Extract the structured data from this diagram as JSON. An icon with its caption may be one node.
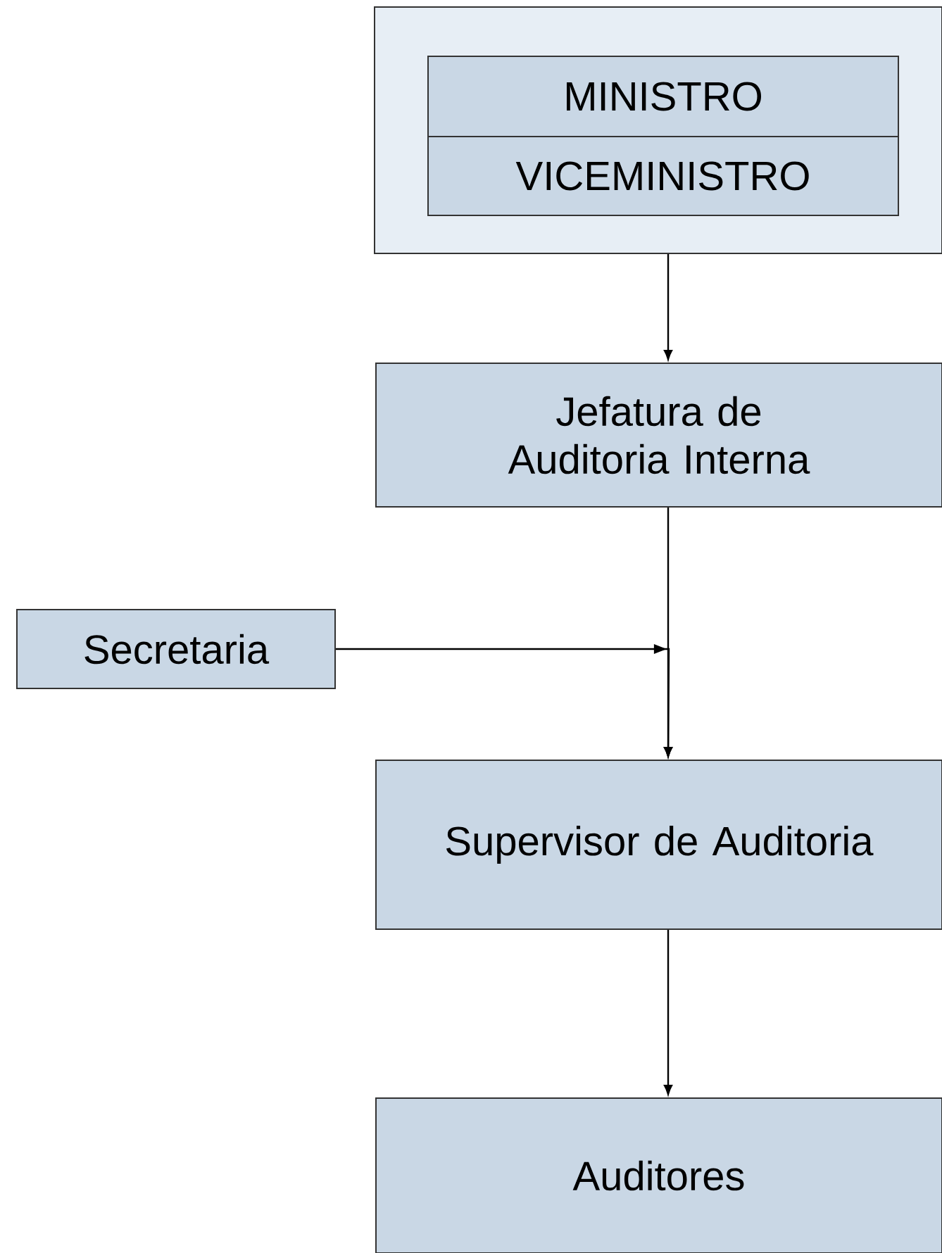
{
  "diagram": {
    "nodes": [
      {
        "text": [],
        "shape": "box"
      },
      {
        "text": [
          "MINISTRO"
        ],
        "in": 0
      },
      {
        "text": [
          "VICEMINISTRO"
        ],
        "in": 0
      },
      {
        "text": [
          "Jefatura de Auditoria Interna"
        ]
      },
      {
        "text": [
          "Secretaria"
        ]
      },
      {
        "text": [
          "Supervisor de Auditoria"
        ]
      },
      {
        "text": [
          "Auditores"
        ]
      }
    ],
    "edges": [
      {
        "from": 0,
        "to": 3,
        "arrow": "to"
      },
      {
        "from": 3,
        "to": 5,
        "arrow": "to"
      },
      {
        "from": 4,
        "to": 5,
        "arrow": "to"
      },
      {
        "from": 5,
        "to": 6,
        "arrow": "to"
      }
    ]
  }
}
